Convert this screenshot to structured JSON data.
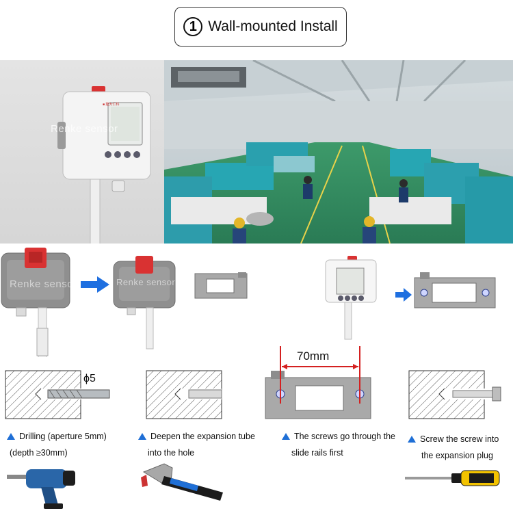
{
  "title": {
    "number": "1",
    "text": "Wall-mounted Install"
  },
  "watermarks": {
    "brand": "Renke sensor"
  },
  "dimension_label": "70mm",
  "drill_label": "ϕ5",
  "steps": [
    {
      "line1": "Drilling (aperture 5mm)",
      "line2": "(depth ≥30mm)"
    },
    {
      "line1": "Deepen the expansion tube",
      "line2": "into the hole"
    },
    {
      "line1": "The screws go through the",
      "line2": "slide rails first"
    },
    {
      "line1": "Screw the screw into",
      "line2": "the expansion plug"
    }
  ],
  "colors": {
    "accent_blue": "#1f6fd6",
    "arrow_blue": "#1e6fe0",
    "clip_red": "#d93232",
    "dim_red": "#d42020",
    "factory_green": "#2e8c5c",
    "machine_teal": "#27a6b3"
  },
  "icons": [
    "drill-icon",
    "hammer-icon",
    "screwdriver-icon"
  ]
}
